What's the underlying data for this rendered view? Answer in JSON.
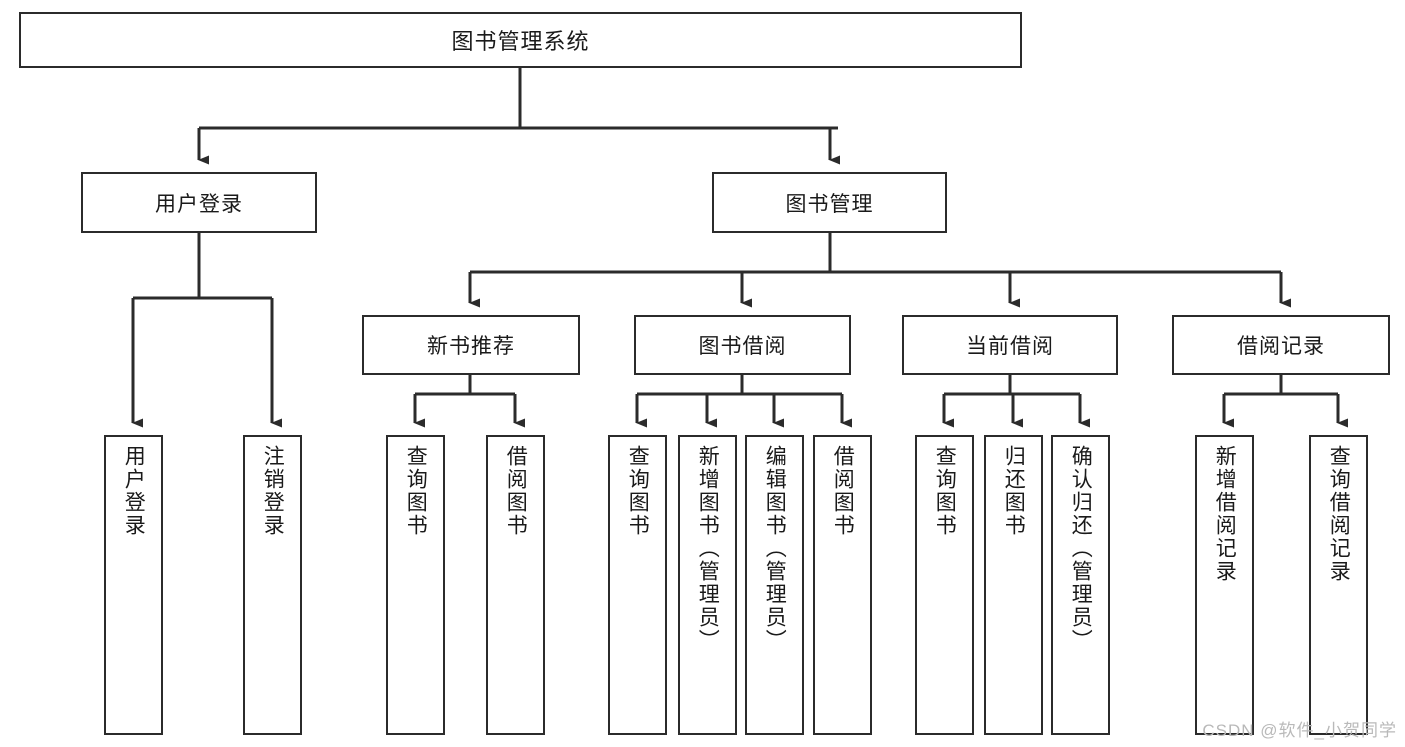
{
  "diagram": {
    "type": "tree",
    "title": "图书管理系统",
    "orientation": "top-down",
    "colors": {
      "box_border": "#2b2b2b",
      "box_fill": "#ffffff",
      "connector": "#2b2b2b",
      "text": "#1a1a1a",
      "watermark": "#b9b9b9",
      "background": "#ffffff"
    },
    "root": {
      "id": "root",
      "label": "图书管理系统"
    },
    "level2": [
      {
        "id": "user-login",
        "label": "用户登录"
      },
      {
        "id": "book-manage",
        "label": "图书管理"
      }
    ],
    "level3": [
      {
        "id": "new-book-rec",
        "label": "新书推荐",
        "parent": "book-manage"
      },
      {
        "id": "book-borrow",
        "label": "图书借阅",
        "parent": "book-manage"
      },
      {
        "id": "current-borrow",
        "label": "当前借阅",
        "parent": "book-manage"
      },
      {
        "id": "borrow-record",
        "label": "借阅记录",
        "parent": "book-manage"
      }
    ],
    "leaves": [
      {
        "id": "leaf-user-login",
        "label": "用户登录",
        "parent": "user-login"
      },
      {
        "id": "leaf-user-logout",
        "label": "注销登录",
        "parent": "user-login"
      },
      {
        "id": "leaf-rec-query",
        "label": "查询图书",
        "parent": "new-book-rec"
      },
      {
        "id": "leaf-rec-borrow",
        "label": "借阅图书",
        "parent": "new-book-rec"
      },
      {
        "id": "leaf-borrow-query",
        "label": "查询图书",
        "parent": "book-borrow"
      },
      {
        "id": "leaf-borrow-add",
        "label": "新增图书（管理员）",
        "parent": "book-borrow"
      },
      {
        "id": "leaf-borrow-edit",
        "label": "编辑图书（管理员）",
        "parent": "book-borrow"
      },
      {
        "id": "leaf-borrow-lend",
        "label": "借阅图书",
        "parent": "book-borrow"
      },
      {
        "id": "leaf-cur-query",
        "label": "查询图书",
        "parent": "current-borrow"
      },
      {
        "id": "leaf-cur-return",
        "label": "归还图书",
        "parent": "current-borrow"
      },
      {
        "id": "leaf-cur-confirm",
        "label": "确认归还（管理员）",
        "parent": "current-borrow"
      },
      {
        "id": "leaf-rec-add",
        "label": "新增借阅记录",
        "parent": "borrow-record"
      },
      {
        "id": "leaf-rec-search",
        "label": "查询借阅记录",
        "parent": "borrow-record"
      }
    ]
  },
  "watermark": {
    "text": "CSDN @软件_小贺同学"
  }
}
